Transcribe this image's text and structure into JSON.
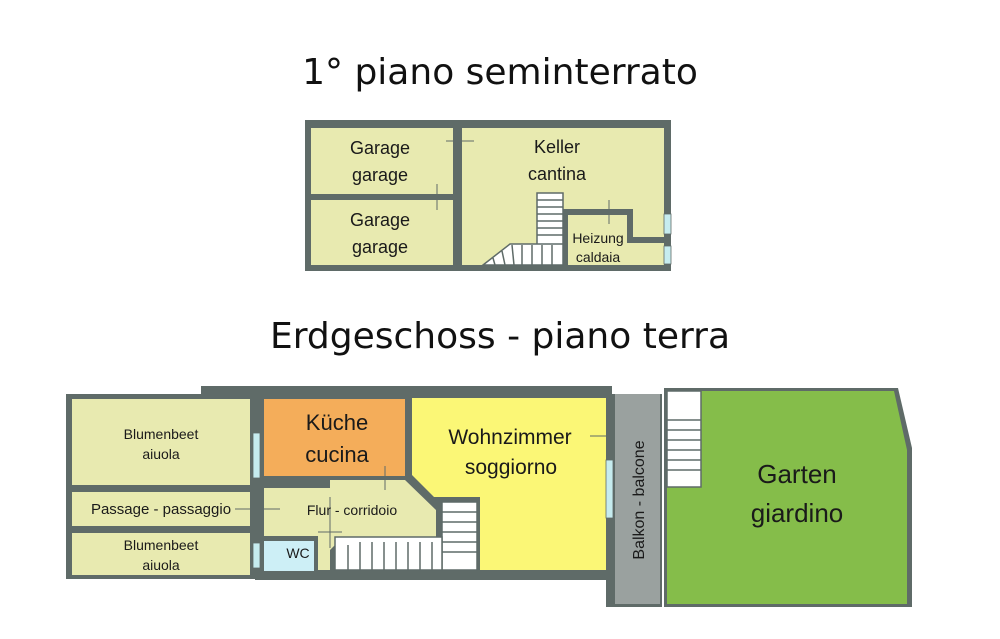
{
  "titles": {
    "basement": "1° piano seminterrato",
    "ground": "Erdgeschoss - piano terra"
  },
  "rooms": {
    "garage1": [
      "Garage",
      "garage"
    ],
    "garage2": [
      "Garage",
      "garage"
    ],
    "keller": [
      "Keller",
      "cantina"
    ],
    "heizung": [
      "Heizung",
      "caldaia"
    ],
    "blumenbeet1": [
      "Blumenbeet",
      "aiuola"
    ],
    "blumenbeet2": [
      "Blumenbeet",
      "aiuola"
    ],
    "passage": "Passage - passaggio",
    "kueche": [
      "Küche",
      "cucina"
    ],
    "flur": "Flur - corridoio",
    "wc": "WC",
    "wohnzimmer": [
      "Wohnzimmer",
      "soggiorno"
    ],
    "balkon": "Balkon - balcone",
    "garten": [
      "Garten",
      "giardino"
    ]
  },
  "colors": {
    "wall": "#5f6b68",
    "room": "#e8eab0",
    "kitchen": "#f4ad5a",
    "living": "#fbf776",
    "garden": "#85bd4a",
    "balcony": "#9aa19f",
    "wc": "#cdeff6",
    "window": "#c6ecef"
  }
}
